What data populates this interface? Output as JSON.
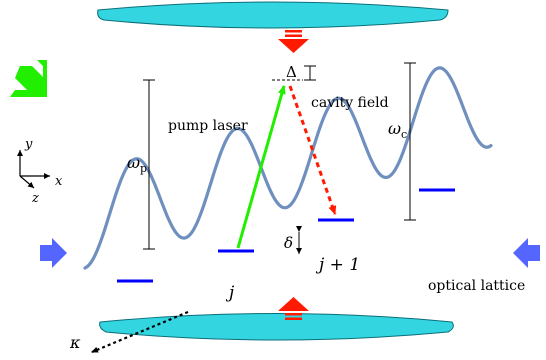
{
  "labels": {
    "pump_laser": "pump laser",
    "cavity_field": "cavity field",
    "optical_lattice": "optical lattice",
    "omega_p": "ω",
    "omega_p_sub": "p",
    "omega_c": "ω",
    "omega_c_sub": "c",
    "delta_upper": "Δ",
    "delta_lower": "δ",
    "site_j": "j",
    "site_j1": "j + 1",
    "kappa": "κ",
    "axis_x": "x",
    "axis_y": "y",
    "axis_z": "z"
  },
  "colors": {
    "mirror_fill": "#33d6e0",
    "lattice_curve": "#6f8fbf",
    "level_line": "#0000ff",
    "pump_arrow": "#22ee00",
    "cavity_arrow": "#ff1a00",
    "side_arrow": "#5566ff",
    "corner_arrow": "#22ee00",
    "mirror_arrow": "#ff1a00"
  }
}
